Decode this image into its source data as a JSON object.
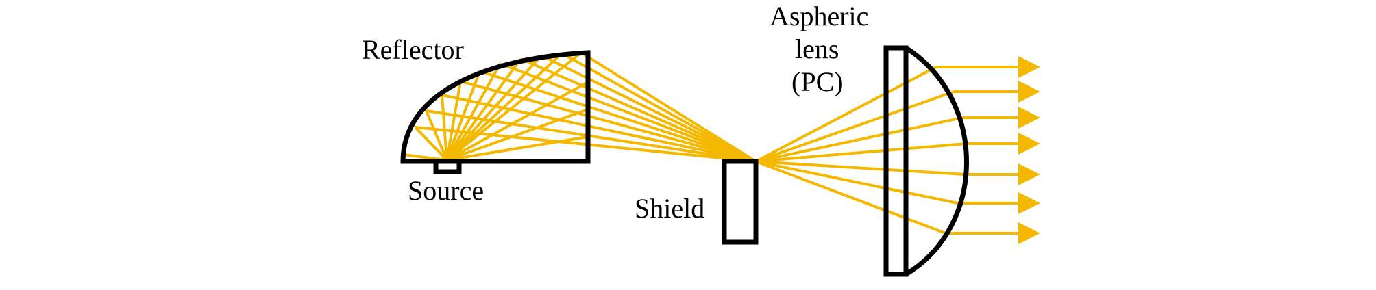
{
  "labels": {
    "reflector": "Reflector",
    "source": "Source",
    "shield": "Shield",
    "lens_line1": "Aspheric",
    "lens_line2": "lens",
    "lens_line3": "(PC)"
  },
  "colors": {
    "ray": "#F5B800",
    "outline": "#000000",
    "background": "#FFFFFF"
  }
}
